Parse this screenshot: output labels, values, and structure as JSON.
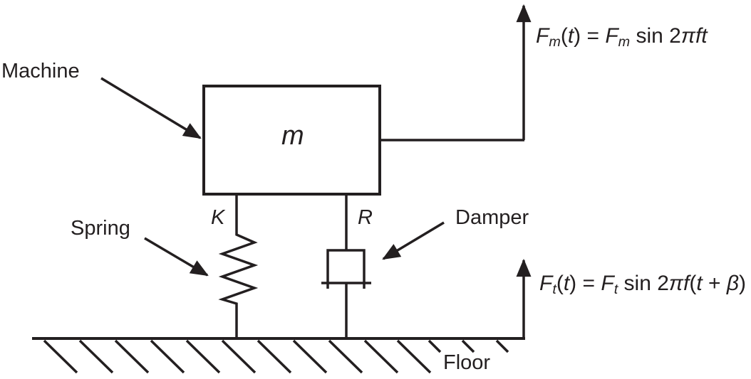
{
  "colors": {
    "ink": "#231f20",
    "background": "#ffffff"
  },
  "diagram": {
    "machine_label": "Machine",
    "mass_label": "m",
    "spring_label": "Spring",
    "spring_constant_label": "K",
    "damper_label": "Damper",
    "damper_resistance_label": "R",
    "floor_label": "Floor"
  },
  "equations": {
    "machine_force": {
      "text": "Fm(t) = Fm sin 2πft",
      "parts": [
        {
          "t": "F",
          "s": "i"
        },
        {
          "t": "m",
          "s": "sub"
        },
        {
          "t": "(",
          "s": "n"
        },
        {
          "t": "t",
          "s": "i"
        },
        {
          "t": ") = ",
          "s": "n"
        },
        {
          "t": "F",
          "s": "i"
        },
        {
          "t": "m",
          "s": "sub"
        },
        {
          "t": " sin 2",
          "s": "n"
        },
        {
          "t": "πft",
          "s": "i"
        }
      ]
    },
    "transmitted_force": {
      "text": "Ft(t) = Ft sin 2πf(t + β)",
      "parts": [
        {
          "t": "F",
          "s": "i"
        },
        {
          "t": "t",
          "s": "sub"
        },
        {
          "t": "(",
          "s": "n"
        },
        {
          "t": "t",
          "s": "i"
        },
        {
          "t": ") = ",
          "s": "n"
        },
        {
          "t": "F",
          "s": "i"
        },
        {
          "t": "t",
          "s": "sub"
        },
        {
          "t": " sin 2",
          "s": "n"
        },
        {
          "t": "πf",
          "s": "i"
        },
        {
          "t": "(",
          "s": "n"
        },
        {
          "t": "t",
          "s": "i"
        },
        {
          "t": " + ",
          "s": "n"
        },
        {
          "t": "β",
          "s": "i"
        },
        {
          "t": ")",
          "s": "n"
        }
      ]
    }
  }
}
